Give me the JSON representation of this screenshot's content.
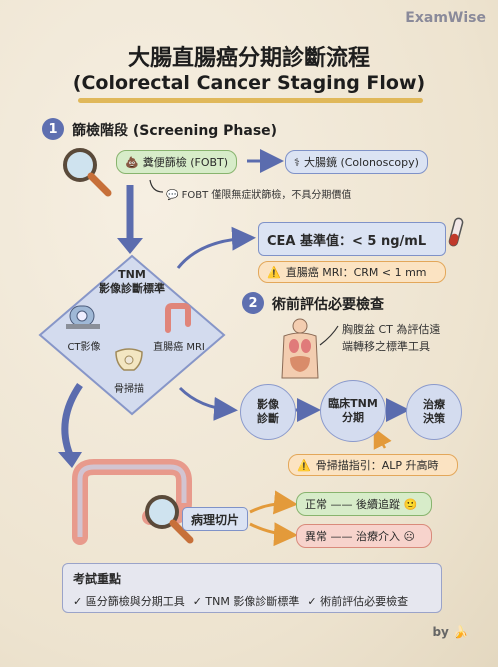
{
  "brand": "ExamWise",
  "title_zh": "大腸直腸癌分期診斷流程",
  "title_en": "(Colorectal Cancer Staging Flow)",
  "step1": {
    "number": "1",
    "title": "篩檢階段 (Screening Phase)",
    "fobt": "糞便篩檢 (FOBT)",
    "colonoscopy": "大腸鏡 (Colonoscopy)",
    "note": "FOBT 僅限無症狀篩檢，不具分期價值"
  },
  "cea": "CEA 基準值：< 5 ng/mL",
  "mri_warning": "直腸癌 MRI：CRM < 1 mm",
  "step2": {
    "number": "2",
    "title": "術前評估必要檢查",
    "ct_note_line1": "胸腹盆 CT 為評估遠",
    "ct_note_line2": "端轉移之標準工具"
  },
  "tnm": {
    "title_line1": "TNM",
    "title_line2": "影像診斷標準",
    "ct": "CT影像",
    "mri": "直腸癌 MRI",
    "bone": "骨掃描"
  },
  "flow": {
    "imaging_line1": "影像",
    "imaging_line2": "診斷",
    "clinical_line1": "臨床TNM",
    "clinical_line2": "分期",
    "treatment_line1": "治療",
    "treatment_line2": "決策"
  },
  "bone_warning": "骨掃描指引：ALP 升高時",
  "pathology": "病理切片",
  "normal": "正常 —— 後續追蹤 🙂",
  "abnormal": "異常 —— 治療介入 ☹",
  "keypoints": {
    "title": "考試重點",
    "items": [
      "✓ 區分篩檢與分期工具",
      "✓ TNM 影像診斷標準",
      "✓ 術前評估必要檢查"
    ]
  },
  "by": "by 🍌",
  "colors": {
    "accent_blue": "#5e6fb0",
    "arrow_blue": "#5b6cae",
    "green": "#d7ecc9",
    "orange": "#fbe3c2",
    "red": "#f7d3cc",
    "title_underline": "#e0b85a"
  }
}
